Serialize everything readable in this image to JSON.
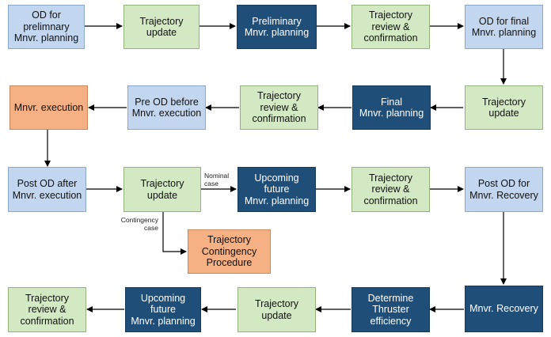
{
  "nodes": {
    "od_prelim": "OD for\nprelimnary\nMnvr. planning",
    "traj_update_1": "Trajectory\nupdate",
    "prelim_planning": "Preliminary\nMnvr. planning",
    "traj_review_1": "Trajectory\nreview &\nconfirmation",
    "od_final": "OD for final\nMnvr. planning",
    "traj_update_2": "Trajectory\nupdate",
    "final_planning": "Final\nMnvr. planning",
    "traj_review_2": "Trajectory\nreview &\nconfirmation",
    "pre_od": "Pre OD before\nMnvr. execution",
    "mnvr_execution": "Mnvr. execution",
    "post_od_exec": "Post OD after\nMnvr. execution",
    "traj_update_3": "Trajectory\nupdate",
    "upcoming_planning_1": "Upcoming\nfuture\nMnvr. planning",
    "traj_review_3": "Trajectory\nreview &\nconfirmation",
    "post_od_recovery": "Post OD for\nMnvr. Recovery",
    "contingency": "Trajectory\nContingency\nProcedure",
    "mnvr_recovery": "Mnvr. Recovery",
    "thruster_eff": "Determine\nThruster\nefficiency",
    "traj_update_4": "Trajectory\nupdate",
    "upcoming_planning_2": "Upcoming\nfuture\nMnvr. planning",
    "traj_review_4": "Trajectory\nreview &\nconfirmation"
  },
  "labels": {
    "nominal": "Nominal\ncase",
    "contingency": "Contingency\ncase"
  },
  "colors": {
    "light_blue": "#c2d7ef",
    "light_green": "#d3e9c4",
    "navy": "#1f4e79",
    "orange": "#f5b183",
    "arrow": "#000000"
  }
}
